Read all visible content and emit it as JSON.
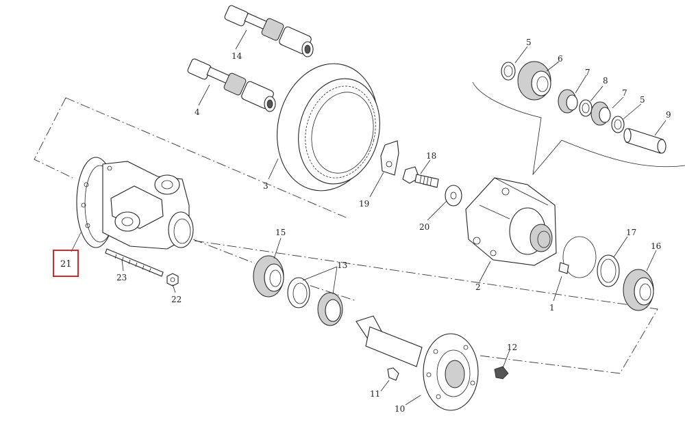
{
  "diagram": {
    "highlight_color": "#d9262a",
    "highlighted_part": "21",
    "callouts": [
      {
        "id": "c1",
        "text": "1"
      },
      {
        "id": "c2",
        "text": "2"
      },
      {
        "id": "c3",
        "text": "3"
      },
      {
        "id": "c4",
        "text": "4"
      },
      {
        "id": "c5a",
        "text": "5"
      },
      {
        "id": "c5b",
        "text": "5"
      },
      {
        "id": "c6",
        "text": "6"
      },
      {
        "id": "c7a",
        "text": "7"
      },
      {
        "id": "c7b",
        "text": "7"
      },
      {
        "id": "c8",
        "text": "8"
      },
      {
        "id": "c9",
        "text": "9"
      },
      {
        "id": "c10",
        "text": "10"
      },
      {
        "id": "c11",
        "text": "11"
      },
      {
        "id": "c12",
        "text": "12"
      },
      {
        "id": "c13",
        "text": "13"
      },
      {
        "id": "c14",
        "text": "14"
      },
      {
        "id": "c15",
        "text": "15"
      },
      {
        "id": "c16",
        "text": "16"
      },
      {
        "id": "c17",
        "text": "17"
      },
      {
        "id": "c18",
        "text": "18"
      },
      {
        "id": "c19",
        "text": "19"
      },
      {
        "id": "c20",
        "text": "20"
      },
      {
        "id": "c21",
        "text": "21"
      },
      {
        "id": "c22",
        "text": "22"
      },
      {
        "id": "c23",
        "text": "23"
      }
    ]
  }
}
